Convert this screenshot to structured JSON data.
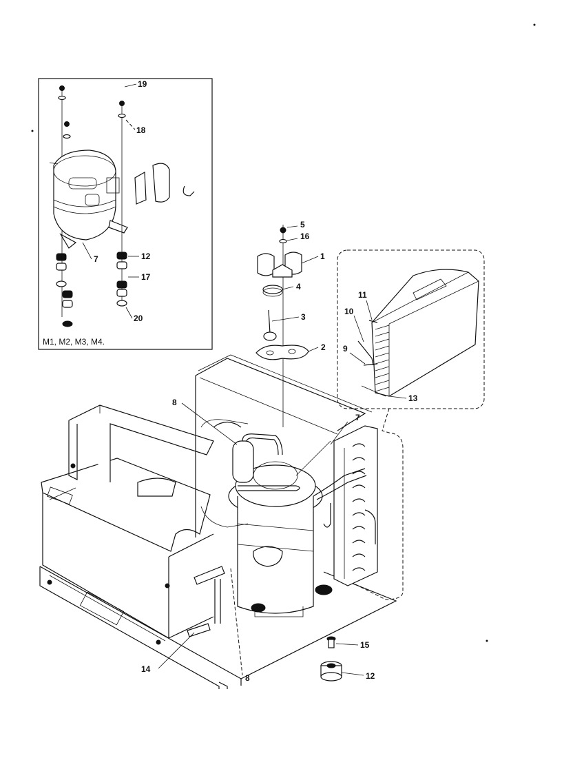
{
  "inset": {
    "model_note": "M1, M2, M3, M4.",
    "callouts": [
      "19",
      "18",
      "7",
      "12",
      "17",
      "20"
    ]
  },
  "coil_inset": {
    "callouts": [
      "11",
      "10",
      "9",
      "13"
    ]
  },
  "main": {
    "callouts": [
      "5",
      "16",
      "1",
      "4",
      "3",
      "2",
      "7",
      "8",
      "8",
      "14",
      "15",
      "12"
    ]
  }
}
